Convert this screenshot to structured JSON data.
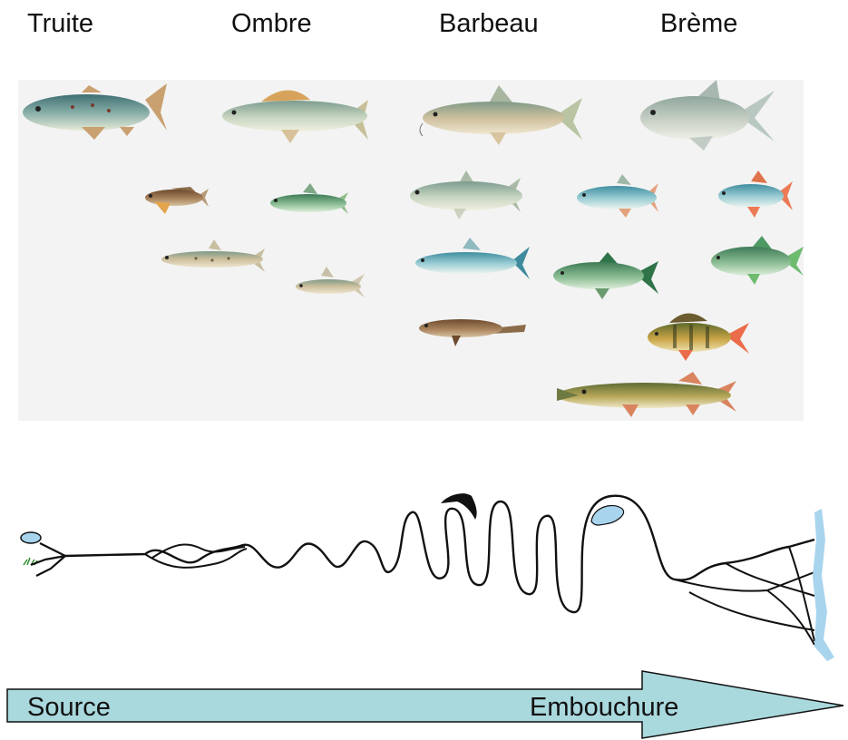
{
  "zones": [
    {
      "label": "Truite"
    },
    {
      "label": "Ombre"
    },
    {
      "label": "Barbeau"
    },
    {
      "label": "Brème"
    }
  ],
  "arrow": {
    "start_label": "Source",
    "end_label": "Embouchure",
    "color": "#a9d8dd"
  },
  "colors": {
    "panel_background": "#f3f3f3",
    "river_line": "#111111",
    "water": "#a8d4ee"
  }
}
